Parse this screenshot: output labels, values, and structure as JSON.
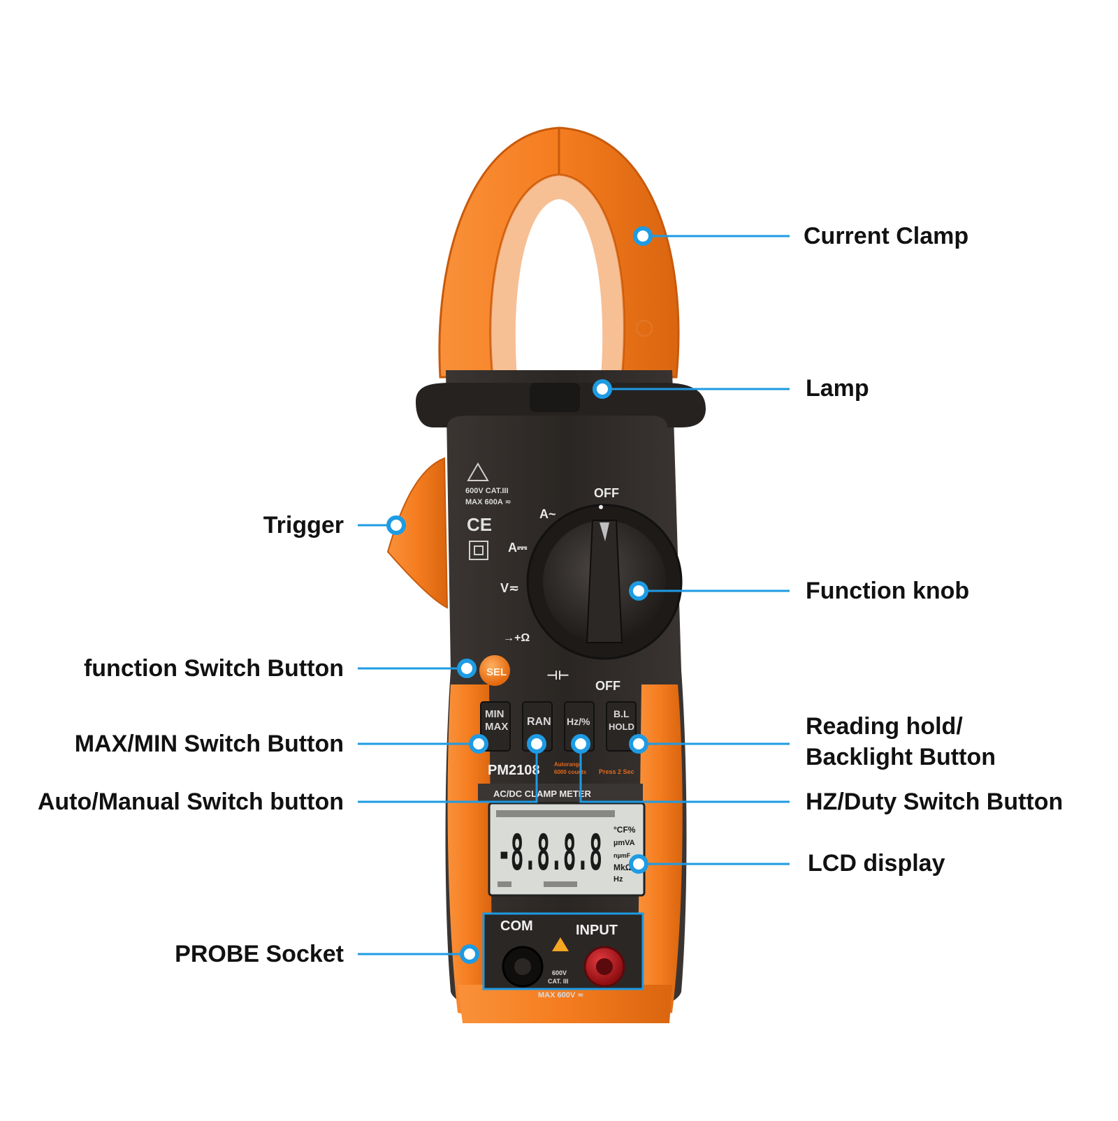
{
  "device": {
    "rating_line1": "600V CAT.III",
    "rating_line2": "MAX 600A ≂",
    "ce_mark": "CE",
    "knob_positions": {
      "off_top": "OFF",
      "a_ac": "A~",
      "a_dc": "A⎓",
      "v": "V≂",
      "diode_ohm": "→+Ω",
      "cap": "⊣⊢",
      "off_bottom": "OFF"
    },
    "sel_button": "SEL",
    "buttons": {
      "minmax_top": "MIN",
      "minmax_bottom": "MAX",
      "range": "RAN",
      "hz": "Hz/%",
      "hold_top": "B.L",
      "hold_bottom": "HOLD"
    },
    "model": "PM2108",
    "autorange_text": "Autorange",
    "counts_text": "6000 counts",
    "press_text": "Press 2 Sec",
    "meter_name": "AC/DC CLAMP METER",
    "lcd_digits": "-8.8.8.8",
    "lcd_units_1": "°CF%",
    "lcd_units_2": "µmVA",
    "lcd_units_3": "nµmF",
    "lcd_units_4": "MkΩ",
    "lcd_units_5": "Hz",
    "socket_com": "COM",
    "socket_input": "INPUT",
    "socket_rating_1": "600V",
    "socket_rating_2": "CAT. III",
    "socket_max": "MAX 600V ≂"
  },
  "callouts": {
    "current_clamp": "Current Clamp",
    "lamp": "Lamp",
    "trigger": "Trigger",
    "function_knob": "Function knob",
    "function_switch": "function Switch Button",
    "maxmin_switch": "MAX/MIN Switch Button",
    "reading_hold_1": "Reading hold/",
    "reading_hold_2": "Backlight Button",
    "auto_manual": "Auto/Manual Switch button",
    "hz_duty": "HZ/Duty Switch Button",
    "lcd_display": "LCD display",
    "probe_socket": "PROBE Socket"
  },
  "colors": {
    "orange": "#f57c1f",
    "orange_dark": "#d9650f",
    "body_dark": "#2e2a27",
    "callout_blue": "#1e9be3",
    "lcd_bg": "#d9dbd6",
    "lcd_ink": "#1a1a1a",
    "probe_red": "#c4161c"
  }
}
